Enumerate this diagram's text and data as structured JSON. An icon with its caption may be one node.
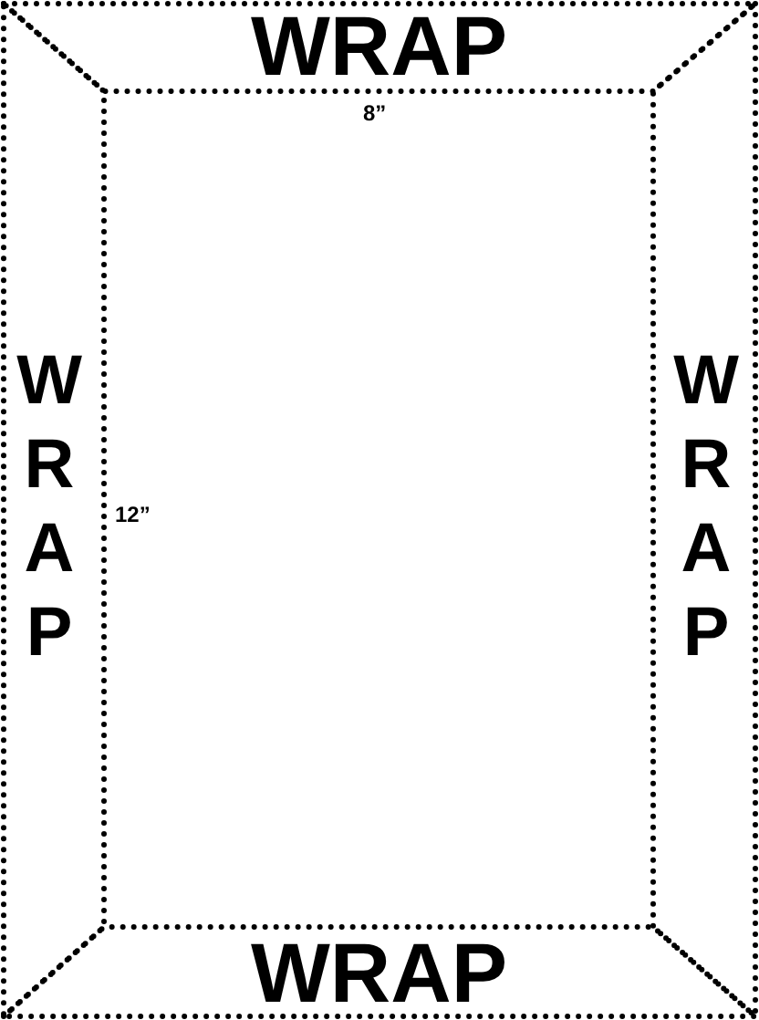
{
  "diagram": {
    "nodes": [
      {
        "text": [
          "WRAP"
        ]
      },
      {
        "text": [
          "WRAP"
        ]
      },
      {
        "text": [
          "WRAP"
        ]
      },
      {
        "text": [
          "WRAP"
        ]
      }
    ],
    "labels": [
      "8”",
      "12”"
    ]
  }
}
